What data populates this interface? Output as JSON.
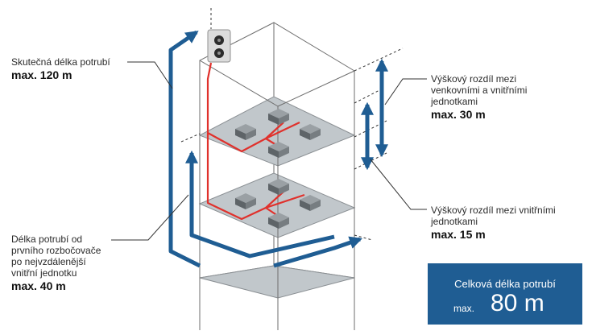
{
  "labels": {
    "pipe_length": {
      "lines": [
        "Skutečná délka potrubí"
      ],
      "value": "max. 120 m"
    },
    "height_outdoor": {
      "lines": [
        "Výškový rozdíl mezi",
        "venkovními a vnitřními",
        "jednotkami"
      ],
      "value": "max. 30 m"
    },
    "branch_length": {
      "lines": [
        "Délka potrubí od",
        "prvního rozbočovače",
        "po nejvzdálenější",
        "vnitřní jednotku"
      ],
      "value": "max. 40 m"
    },
    "height_indoor": {
      "lines": [
        "Výškový rozdíl mezi vnitřními",
        "jednotkami"
      ],
      "value": "max. 15 m"
    }
  },
  "total_box": {
    "title": "Celková délka potrubí",
    "prefix": "max.",
    "value": "80 m"
  },
  "colors": {
    "arrow": "#1f5d93",
    "pipe": "#e0312c",
    "floor": "#bfc5c9",
    "edge": "#6e6e6e",
    "box": "#1f5d93"
  }
}
